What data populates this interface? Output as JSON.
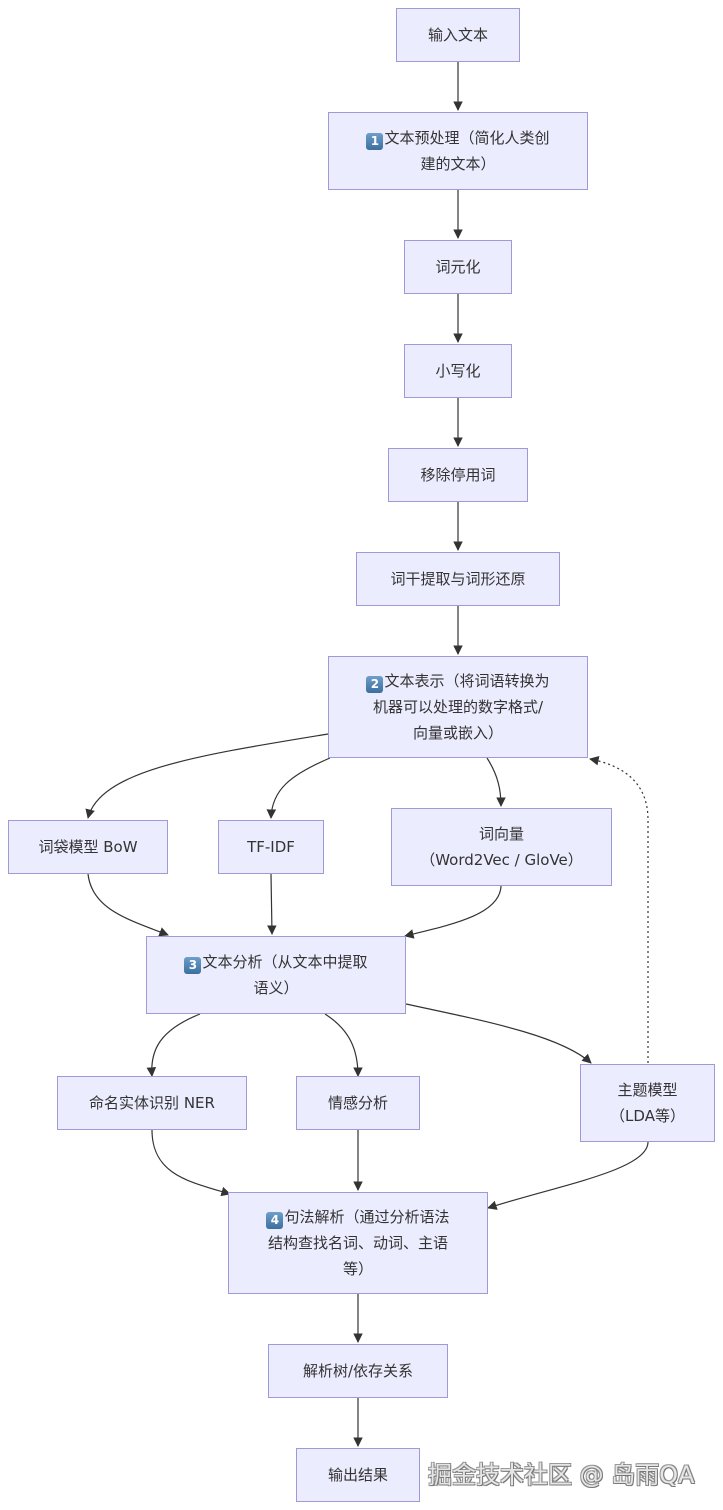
{
  "diagram": {
    "type": "flowchart",
    "colors": {
      "node_fill": "#ECECFF",
      "node_border": "#9f9ad7",
      "edge": "#333333",
      "text": "#333333",
      "keycap": "#4a7fb0"
    },
    "nodes": {
      "input": {
        "label": "输入文本"
      },
      "preprocess": {
        "badge": "1",
        "line1": "文本预处理（简化人类创",
        "line2": "建的文本）"
      },
      "tokenize": {
        "label": "词元化"
      },
      "lowercase": {
        "label": "小写化"
      },
      "stopwords": {
        "label": "移除停用词"
      },
      "stemming": {
        "label": "词干提取与词形还原"
      },
      "representation": {
        "badge": "2",
        "line1": "文本表示（将词语转换为",
        "line2": "机器可以处理的数字格式/",
        "line3": "向量或嵌入）"
      },
      "bow": {
        "label": "词袋模型 BoW"
      },
      "tfidf": {
        "label": "TF-IDF"
      },
      "wordvec": {
        "line1": "词向量",
        "line2": "（Word2Vec / GloVe）"
      },
      "analysis": {
        "badge": "3",
        "line1": "文本分析（从文本中提取",
        "line2": "语义）"
      },
      "ner": {
        "label": "命名实体识别 NER"
      },
      "sentiment": {
        "label": "情感分析"
      },
      "topic": {
        "line1": "主题模型",
        "line2": "（LDA等）"
      },
      "parsing": {
        "badge": "4",
        "line1": "句法解析（通过分析语法",
        "line2": "结构查找名词、动词、主语",
        "line3": "等）"
      },
      "parsetree": {
        "label": "解析树/依存关系"
      },
      "output": {
        "label": "输出结果"
      }
    },
    "edges": [
      {
        "from": "input",
        "to": "preprocess",
        "style": "solid"
      },
      {
        "from": "preprocess",
        "to": "tokenize",
        "style": "solid"
      },
      {
        "from": "tokenize",
        "to": "lowercase",
        "style": "solid"
      },
      {
        "from": "lowercase",
        "to": "stopwords",
        "style": "solid"
      },
      {
        "from": "stopwords",
        "to": "stemming",
        "style": "solid"
      },
      {
        "from": "stemming",
        "to": "representation",
        "style": "solid"
      },
      {
        "from": "representation",
        "to": "bow",
        "style": "solid"
      },
      {
        "from": "representation",
        "to": "tfidf",
        "style": "solid"
      },
      {
        "from": "representation",
        "to": "wordvec",
        "style": "solid"
      },
      {
        "from": "bow",
        "to": "analysis",
        "style": "solid"
      },
      {
        "from": "tfidf",
        "to": "analysis",
        "style": "solid"
      },
      {
        "from": "wordvec",
        "to": "analysis",
        "style": "solid"
      },
      {
        "from": "analysis",
        "to": "ner",
        "style": "solid"
      },
      {
        "from": "analysis",
        "to": "sentiment",
        "style": "solid"
      },
      {
        "from": "analysis",
        "to": "topic",
        "style": "solid"
      },
      {
        "from": "topic",
        "to": "representation",
        "style": "dotted"
      },
      {
        "from": "ner",
        "to": "parsing",
        "style": "solid"
      },
      {
        "from": "sentiment",
        "to": "parsing",
        "style": "solid"
      },
      {
        "from": "topic",
        "to": "parsing",
        "style": "solid"
      },
      {
        "from": "parsing",
        "to": "parsetree",
        "style": "solid"
      },
      {
        "from": "parsetree",
        "to": "output",
        "style": "solid"
      }
    ]
  },
  "watermark": "掘金技术社区 @ 岛雨QA"
}
